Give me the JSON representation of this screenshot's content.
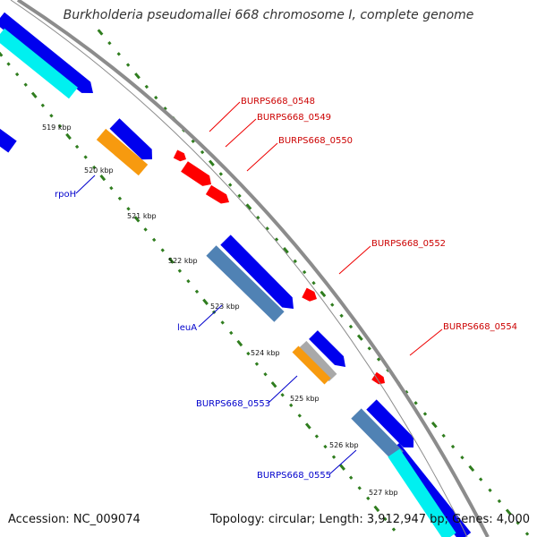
{
  "title": "Burkholderia pseudomallei 668 chromosome I, complete genome",
  "footer": {
    "accession": "Accession: NC_009074",
    "summary": "Topology: circular; Length: 3,912,947 bp; Genes: 4,000"
  },
  "colors": {
    "backbone": "#8c8c8c",
    "tick": "#2f7d1e",
    "forward_cds": "#0000ee",
    "reverse_cds": "#0000ee",
    "rna": "#00f0f0",
    "blue_gray": "#5082b4",
    "orange": "#f79a0f",
    "highlight": "#ff0000",
    "label_blue": "#0000cc",
    "label_red": "#cc0000",
    "gray_block": "#a9a9a9"
  },
  "scale_labels": [
    "519 kbp",
    "520 kbp",
    "521 kbp",
    "522 kbp",
    "523 kbp",
    "524 kbp",
    "525 kbp",
    "526 kbp",
    "527 kbp"
  ],
  "gene_labels": {
    "red": [
      "BURPS668_0548",
      "BURPS668_0549",
      "BURPS668_0550",
      "BURPS668_0552",
      "BURPS668_0554"
    ],
    "blue": [
      "rpoH",
      "leuA",
      "BURPS668_0553",
      "BURPS668_0555"
    ]
  }
}
